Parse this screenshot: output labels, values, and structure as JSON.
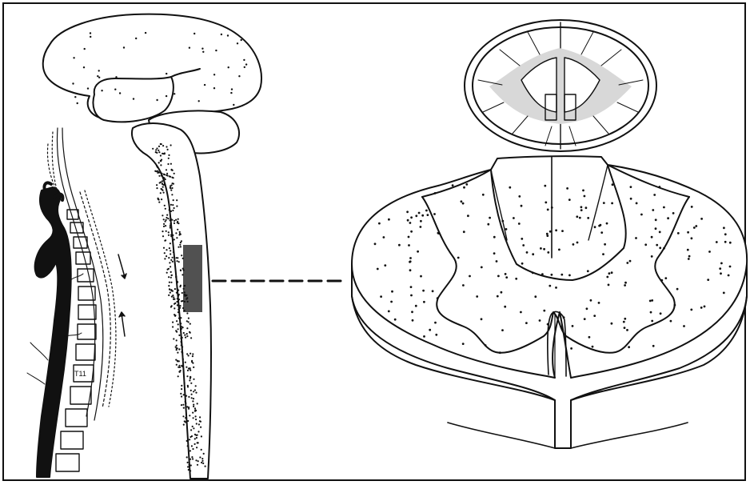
{
  "figure": {
    "ink_color": "#111111",
    "background_color": "#ffffff",
    "panels": [
      "spine-aorta-sagittal-view",
      "brain-brainstem-spinal-cord-distribution",
      "spinal-cord-cross-section-small",
      "spinal-cord-cross-section-large"
    ],
    "vertebra_label": "T11"
  }
}
